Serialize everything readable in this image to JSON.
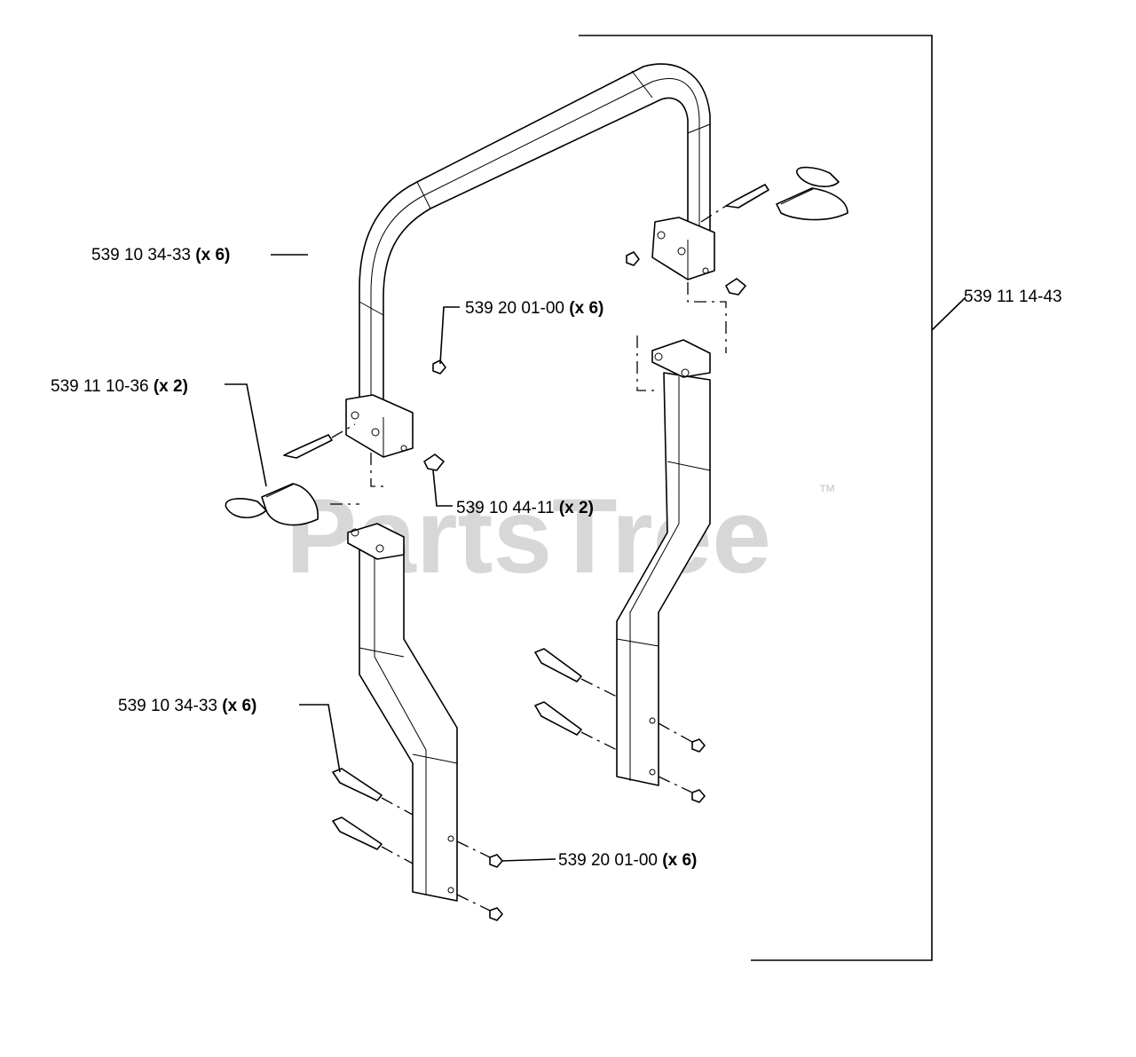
{
  "watermark": {
    "text": "PartsTree",
    "tm": "™"
  },
  "callouts": [
    {
      "part": "539 10 34-33",
      "qty": "(x 6)"
    },
    {
      "part": "539 20 01-00",
      "qty": "(x 6)"
    },
    {
      "part": "539 11 10-36",
      "qty": "(x 2)"
    },
    {
      "part": "539 10 44-11",
      "qty": "(x 2)"
    },
    {
      "part": "539 10 34-33",
      "qty": "(x 6)"
    },
    {
      "part": "539 20 01-00",
      "qty": "(x 6)"
    }
  ],
  "assembly": {
    "part": "539 11 14-43"
  }
}
